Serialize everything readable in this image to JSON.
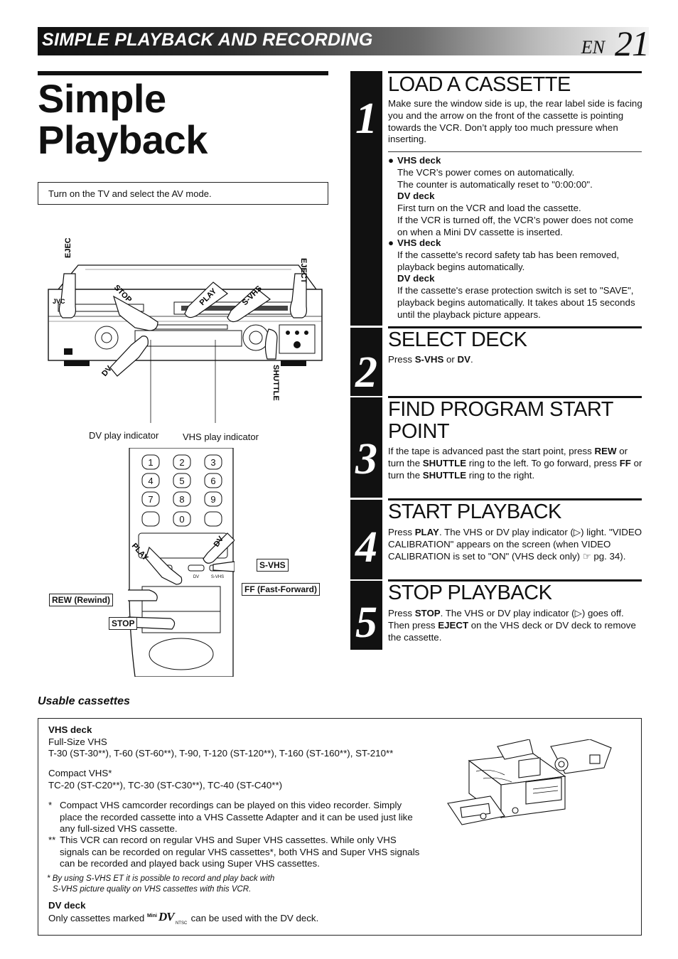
{
  "header": {
    "section_title": "SIMPLE PLAYBACK AND RECORDING",
    "lang": "EN",
    "page_number": "21"
  },
  "title": {
    "line1": "Simple",
    "line2": "Playback"
  },
  "tv_note": "Turn on the TV and select the AV mode.",
  "vcr_figure": {
    "callouts": {
      "eject_left": "EJECT",
      "eject_right": "EJECT",
      "stop": "STOP",
      "play": "PLAY",
      "svhs": "S-VHS",
      "dv": "DV",
      "shuttle": "SHUTTLE",
      "brand": "JVC"
    },
    "dv_indicator": "DV play indicator",
    "vhs_indicator": "VHS play indicator"
  },
  "remote_figure": {
    "keys": [
      "1",
      "2",
      "3",
      "4",
      "5",
      "6",
      "7",
      "8",
      "9",
      "0"
    ],
    "tags": {
      "svhs": "S-VHS",
      "ff": "FF (Fast-Forward)",
      "rew": "REW (Rewind)",
      "stop": "STOP"
    },
    "callouts": {
      "play": "PLAY",
      "dv": "DV"
    },
    "small_labels": {
      "dv": "DV",
      "svhs": "S-VHS"
    }
  },
  "steps": [
    {
      "num": "1",
      "heading": "LOAD A CASSETTE",
      "text": "Make sure the window side is up, the rear label side is facing you and the arrow on the front of the cassette is pointing towards the VCR. Don’t apply too much pressure when inserting.",
      "bullets": [
        {
          "title": "VHS deck",
          "lines": [
            "The VCR’s power comes on automatically.",
            "The counter is automatically reset to \"0:00:00\"."
          ],
          "sub_title": "DV deck",
          "sub_lines": [
            "First turn on the VCR and load the cassette.",
            "If the VCR is turned off, the VCR’s power does not come on when a Mini DV cassette is inserted."
          ]
        },
        {
          "title": "VHS deck",
          "lines": [
            "If the cassette's record safety tab has been removed, playback begins automatically."
          ],
          "sub_title": "DV deck",
          "sub_lines": [
            "If the cassette's erase protection switch is set to \"SAVE\", playback begins automatically. It takes about 15 seconds until the playback picture appears."
          ]
        }
      ]
    },
    {
      "num": "2",
      "heading": "SELECT DECK",
      "parts": [
        "Press ",
        "S-VHS",
        " or ",
        "DV",
        "."
      ]
    },
    {
      "num": "3",
      "heading_line1": "FIND PROGRAM START",
      "heading_line2": "POINT",
      "parts": [
        "If the tape is advanced past the start point, press ",
        "REW",
        " or turn the ",
        "SHUTTLE",
        " ring to the left. To go forward, press ",
        "FF",
        " or turn the ",
        "SHUTTLE",
        " ring to the right."
      ]
    },
    {
      "num": "4",
      "heading": "START PLAYBACK",
      "parts": [
        "Press ",
        "PLAY",
        ". The VHS or DV play indicator (▷) light. \"VIDEO CALIBRATION\" appears on the screen (when VIDEO CALIBRATION is set to \"ON\" (VHS deck only) ☞ pg. 34)."
      ]
    },
    {
      "num": "5",
      "heading": "STOP PLAYBACK",
      "parts": [
        "Press ",
        "STOP",
        ". The VHS or DV play indicator (▷) goes off. Then press ",
        "EJECT",
        " on the VHS deck or DV deck to remove the cassette."
      ]
    }
  ],
  "usable": {
    "heading": "Usable cassettes",
    "vhs_title": "VHS deck",
    "vhs_full": "Full-Size VHS",
    "vhs_full_list": "T-30 (ST-30**), T-60 (ST-60**), T-90, T-120 (ST-120**), T-160 (ST-160**), ST-210**",
    "vhs_compact": "Compact VHS*",
    "vhs_compact_list": "TC-20 (ST-C20**), TC-30 (ST-C30**), TC-40 (ST-C40**)",
    "note1_mark": "*",
    "note1": "Compact VHS camcorder recordings can be played on this video recorder. Simply place the recorded cassette into a VHS Cassette Adapter and it can be used just like any full-sized VHS cassette.",
    "note2_mark": "**",
    "note2": "This VCR can record on regular VHS and Super VHS cassettes. While only VHS signals can be recorded on regular VHS cassettes*, both VHS and Super VHS signals can be recorded and played back using Super VHS cassettes.",
    "footnote_mark": "*",
    "footnote1": "By using S-VHS ET it is possible to record and play back with",
    "footnote2": "S-VHS picture quality on VHS cassettes with this VCR.",
    "dv_title": "DV deck",
    "dv_text_before": "Only cassettes marked",
    "dv_logo_mini": "Mini",
    "dv_logo_dv": "DV",
    "dv_logo_ntsc": "NTSC",
    "dv_text_after": "can be used with the DV deck."
  }
}
